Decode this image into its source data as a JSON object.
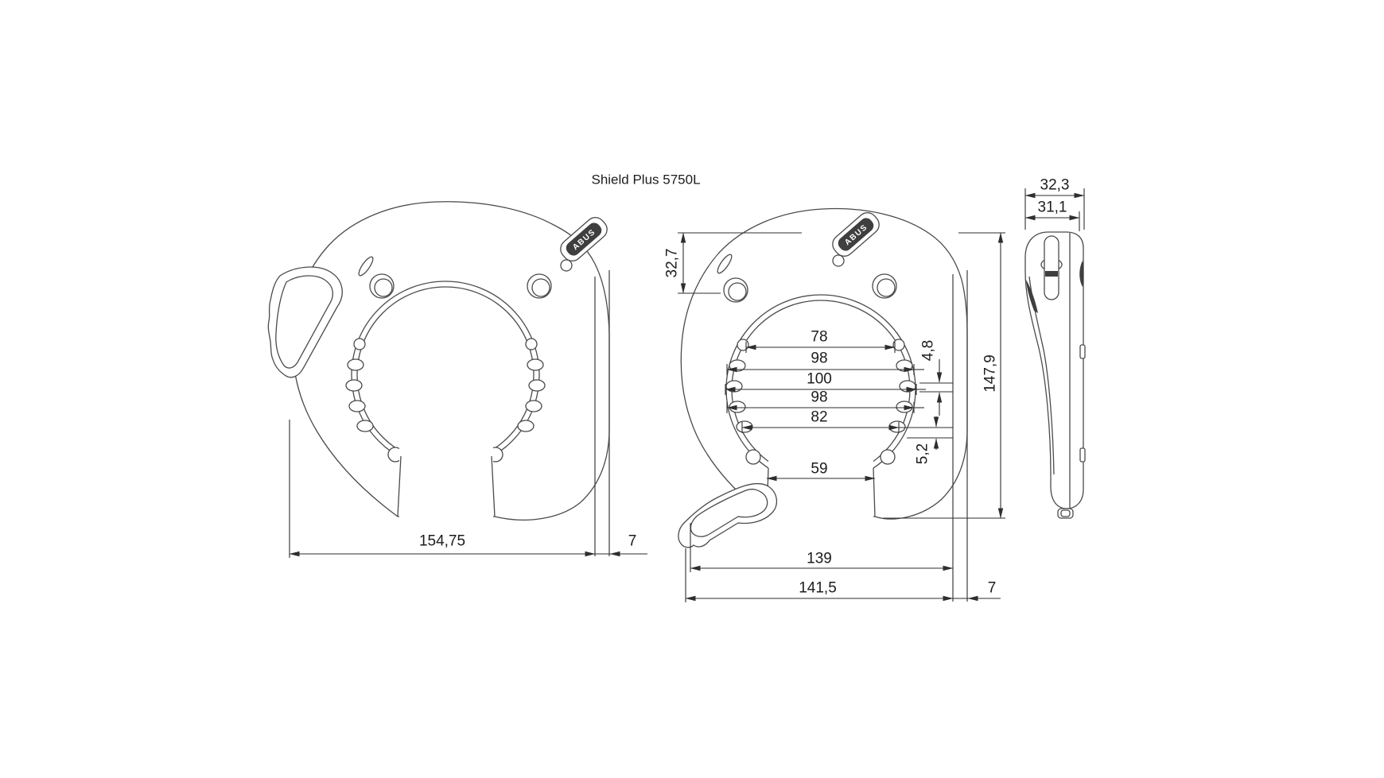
{
  "title": "Shield Plus 5750L",
  "brand": "ABUS",
  "front_view": {
    "overall_width": "154,75",
    "flange_width": "7"
  },
  "dimension_view": {
    "top_hole_offset": "32,7",
    "chords": [
      "78",
      "98",
      "100",
      "98",
      "82"
    ],
    "slot_pitch": "4,8",
    "slot_gap": "5,2",
    "bottom_opening": "59",
    "overall_height": "147,9",
    "mounting_width": "139",
    "overall_width": "141,5",
    "flange_width": "7"
  },
  "side_view": {
    "overall_depth": "32,3",
    "body_depth": "31,1"
  }
}
